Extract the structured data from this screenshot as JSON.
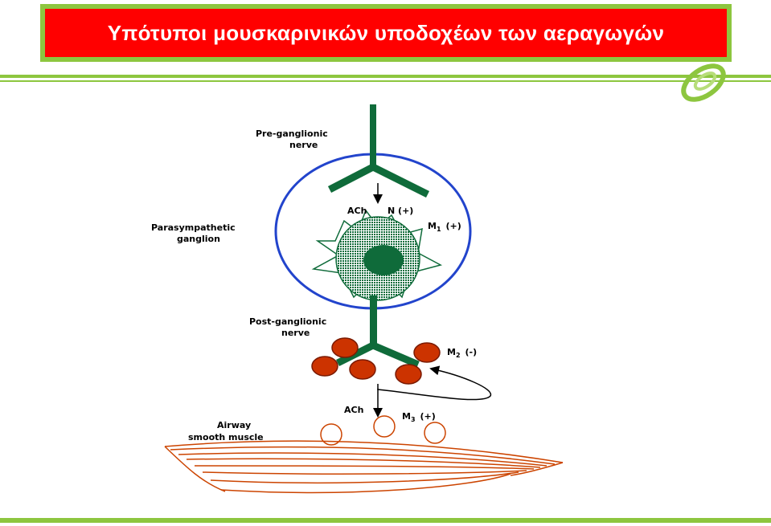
{
  "slide": {
    "title": "Υπότυποι μουσκαρινικών υποδοχέων των αεραγωγών"
  },
  "diagram": {
    "labels": {
      "pre_ganglionic_line1": "Pre-ganglionic",
      "pre_ganglionic_line2": "nerve",
      "parasympathetic_line1": "Parasympathetic",
      "parasympathetic_line2": "ganglion",
      "post_ganglionic_line1": "Post-ganglionic",
      "post_ganglionic_line2": "nerve",
      "airway_line1": "Airway",
      "airway_line2": "smooth muscle",
      "ach_top": "ACh",
      "ach_bottom": "ACh",
      "n_receptor": "N (+)",
      "m1_letter": "M",
      "m1_sub": "1",
      "m1_sign": "(+)",
      "m2_letter": "M",
      "m2_sub": "2",
      "m2_sign": "(-)",
      "m3_letter": "M",
      "m3_sub": "3",
      "m3_sign": "(+)"
    }
  },
  "colors": {
    "banner_border": "#8dc63f",
    "banner_fill": "#ff0000",
    "nerve_green": "#0f6b3a",
    "ganglion_circle": "#2244cc",
    "receptor_red": "#cc3300",
    "muscle_orange": "#cc4400"
  },
  "icons": {
    "logo": "green-swirl-logo-icon"
  }
}
